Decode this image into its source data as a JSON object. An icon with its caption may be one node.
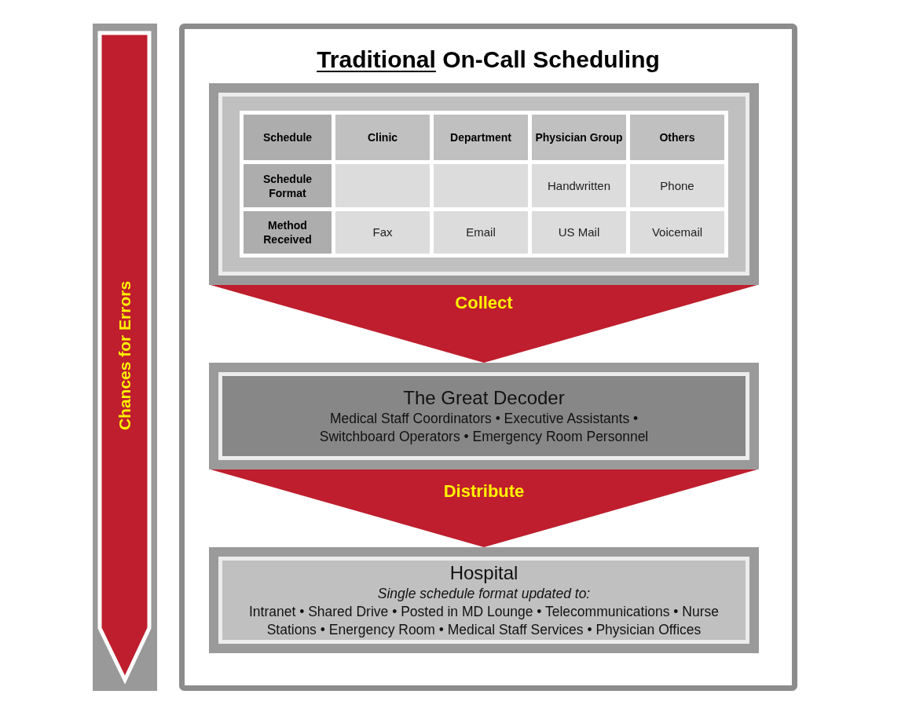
{
  "diagram": {
    "title": "Traditional On-Call Scheduling",
    "nodes": [
      {
        "text": [
          "Chances for Errors"
        ]
      },
      {
        "text": [],
        "shape": "box"
      },
      {
        "text": [
          "The Great Decoder",
          "Medical Staff Coordinators • Executive Assistants • Switchboard Operators • Emergency Room Personnel"
        ]
      },
      {
        "text": [
          "Hospital",
          "Single schedule format updated to:",
          "Intranet • Shared Drive • Posted in MD Lounge • Telecommunications • Nurse Stations • Energency Room • Medical Staff Services • Physician Offices"
        ]
      }
    ],
    "edges": [
      {
        "from": 1,
        "to": 2,
        "arrow": "to",
        "label": "Collect"
      },
      {
        "from": 2,
        "to": 3,
        "arrow": "to",
        "label": "Distribute"
      }
    ],
    "labels": [
      "Schedule",
      "Clinic",
      "Department",
      "Physician Group",
      "Others",
      "Schedule Format",
      "Handwritten",
      "Phone",
      "Method Received",
      "Fax",
      "Email",
      "US Mail",
      "Voicemail"
    ]
  }
}
